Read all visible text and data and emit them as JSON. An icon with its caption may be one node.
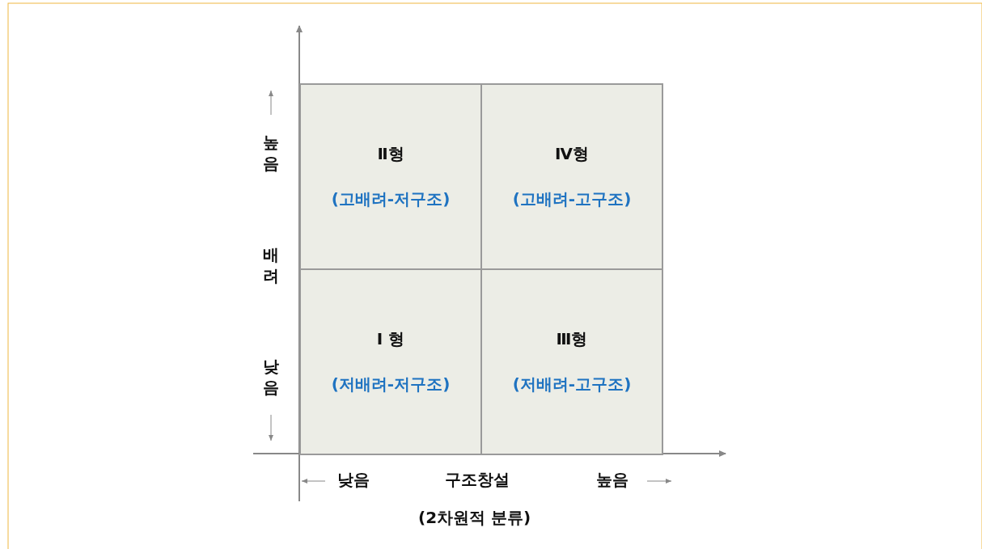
{
  "diagram": {
    "nodes": [
      {
        "text": [
          "Ⅱ형",
          "(고배려-저구조)"
        ]
      },
      {
        "text": [
          "Ⅳ형",
          "(고배려-고구조)"
        ]
      },
      {
        "text": [
          "Ⅰ 형",
          "(저배려-저구조)"
        ]
      },
      {
        "text": [
          "Ⅲ형",
          "(저배려-고구조)"
        ]
      }
    ],
    "edges": [],
    "labels": [
      "높음",
      "배려",
      "낮음",
      "낮음",
      "구조창설",
      "높음",
      "(2차원적 분류)"
    ]
  }
}
